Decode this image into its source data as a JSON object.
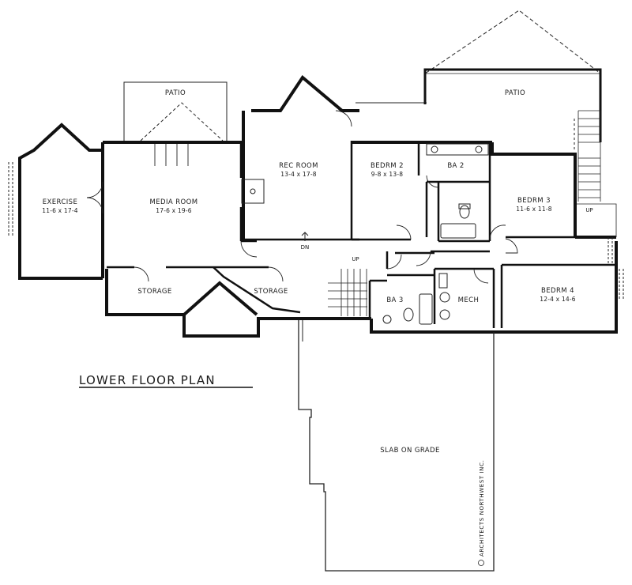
{
  "plan_title": "LOWER FLOOR PLAN",
  "credit": "ARCHITECTS NORTHWEST INC.",
  "rooms": {
    "patio_left": {
      "name": "PATIO"
    },
    "patio_right": {
      "name": "PATIO"
    },
    "exercise": {
      "name": "EXERCISE",
      "dim": "11-6 x 17-4"
    },
    "media_room": {
      "name": "MEDIA ROOM",
      "dim": "17-6 x 19-6"
    },
    "rec_room": {
      "name": "REC ROOM",
      "dim": "13-4 x 17-8"
    },
    "bedrm2": {
      "name": "BEDRM 2",
      "dim": "9-8 x 13-8"
    },
    "ba2": {
      "name": "BA 2"
    },
    "bedrm3": {
      "name": "BEDRM 3",
      "dim": "11-6 x 11-8"
    },
    "storage_left": {
      "name": "STORAGE"
    },
    "storage_mid": {
      "name": "STORAGE"
    },
    "ba3": {
      "name": "BA 3"
    },
    "mech": {
      "name": "MECH"
    },
    "bedrm4": {
      "name": "BEDRM 4",
      "dim": "12-4 x 14-6"
    },
    "slab": {
      "name": "SLAB ON GRADE"
    }
  },
  "stair_labels": {
    "dn": "DN",
    "up_center": "UP",
    "up_right": "UP"
  }
}
